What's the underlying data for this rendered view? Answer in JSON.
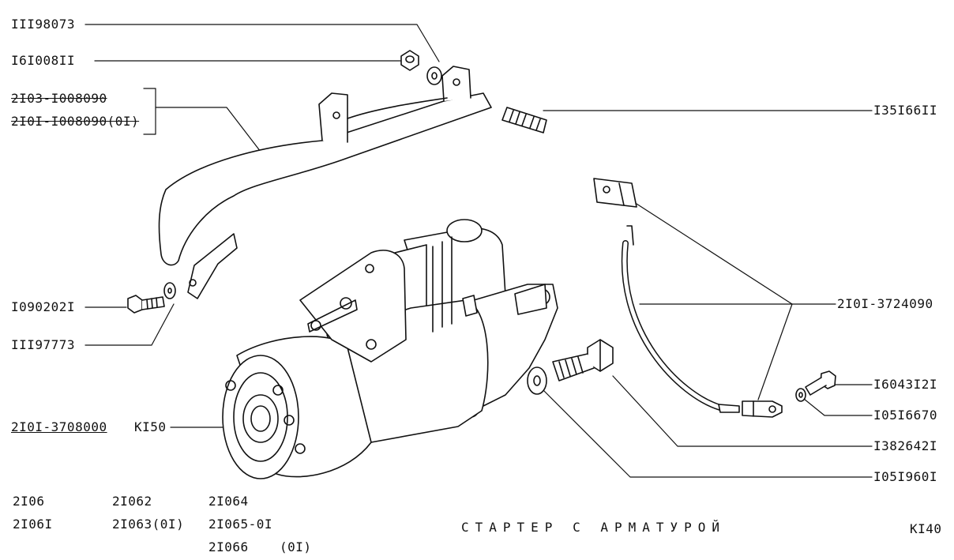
{
  "labels": {
    "l1": "III98073",
    "l2": "I6I008II",
    "l3a": "2I03-I008090",
    "l3b": "2I0I-I008090(0I)",
    "l4": "I35I66II",
    "l5": "2I0I-3724090",
    "l6": "I090202I",
    "l7": "III97773",
    "l8": "I6043I2I",
    "l9": "I05I6670",
    "l10": "I382642I",
    "l11": "I05I960I",
    "main_part": "2I0I-3708000",
    "main_code": "KI50"
  },
  "models": [
    "2I06",
    "2I06I",
    "2I062",
    "2I063(0I)",
    "2I064",
    "2I065-0I",
    "2I066",
    "(0I)"
  ],
  "title": "СТАРТЕР  С  АРМАТУРОЙ",
  "page_code": "KI40",
  "colors": {
    "ink": "#111111",
    "paper": "#ffffff"
  }
}
